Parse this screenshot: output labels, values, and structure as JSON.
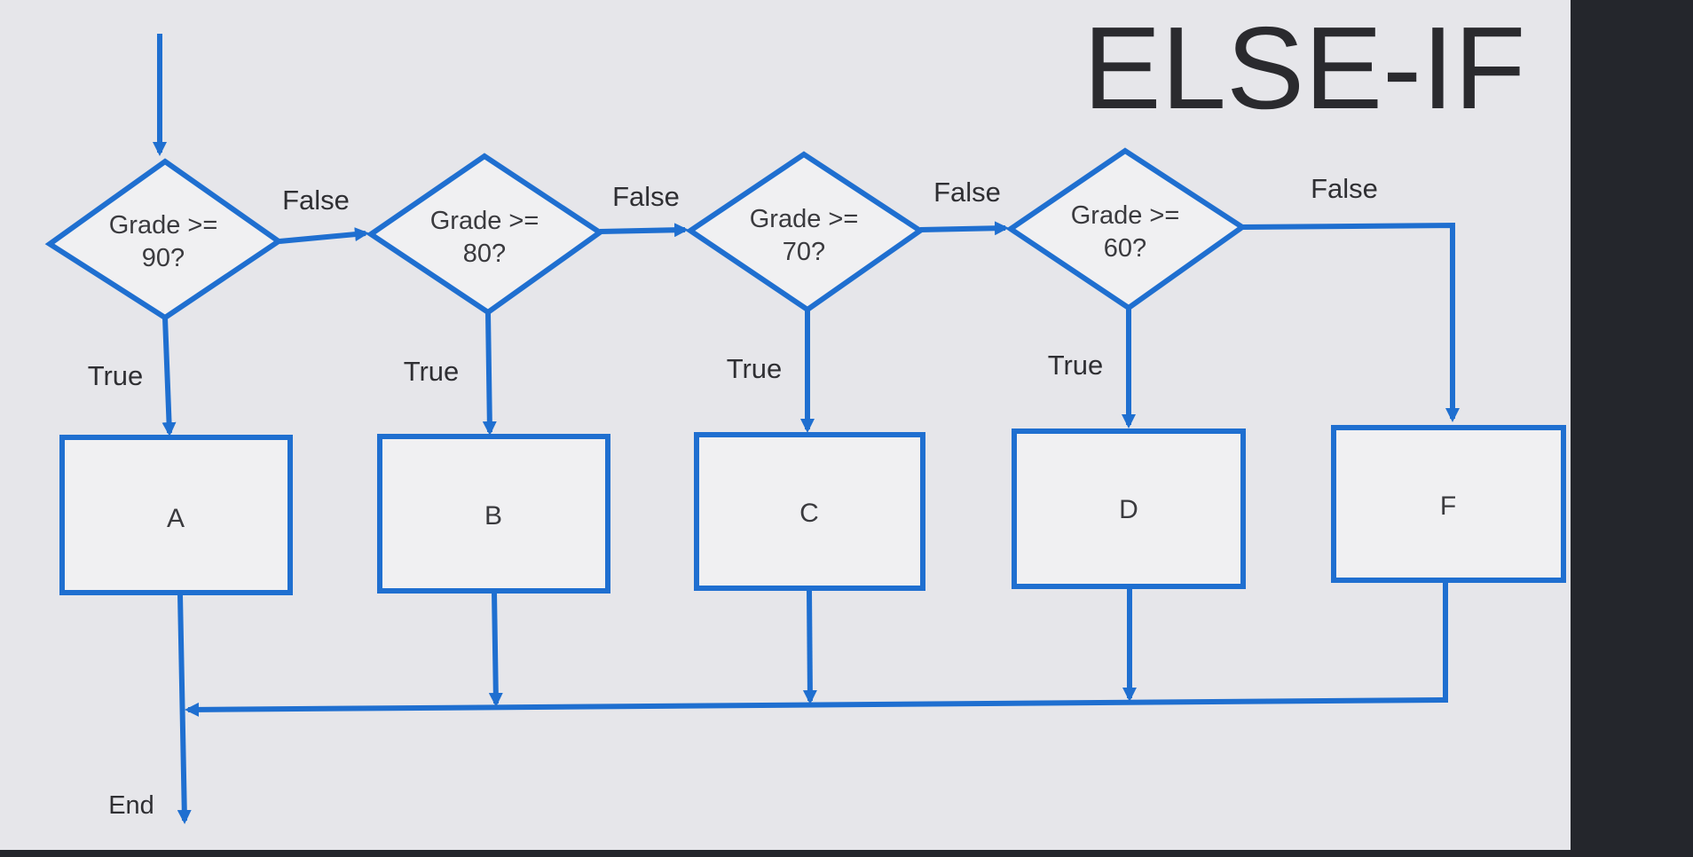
{
  "title": "ELSE-IF",
  "conditions": [
    {
      "line1": "Grade >=",
      "line2": "90?"
    },
    {
      "line1": "Grade >=",
      "line2": "80?"
    },
    {
      "line1": "Grade >=",
      "line2": "70?"
    },
    {
      "line1": "Grade >=",
      "line2": "60?"
    }
  ],
  "true_label": "True",
  "false_label": "False",
  "results": [
    "A",
    "B",
    "C",
    "D",
    "F"
  ],
  "end_label": "End",
  "colors": {
    "stroke": "#1f6fd0",
    "background": "#e6e6ea",
    "frame": "#24262c",
    "text": "#333337"
  }
}
